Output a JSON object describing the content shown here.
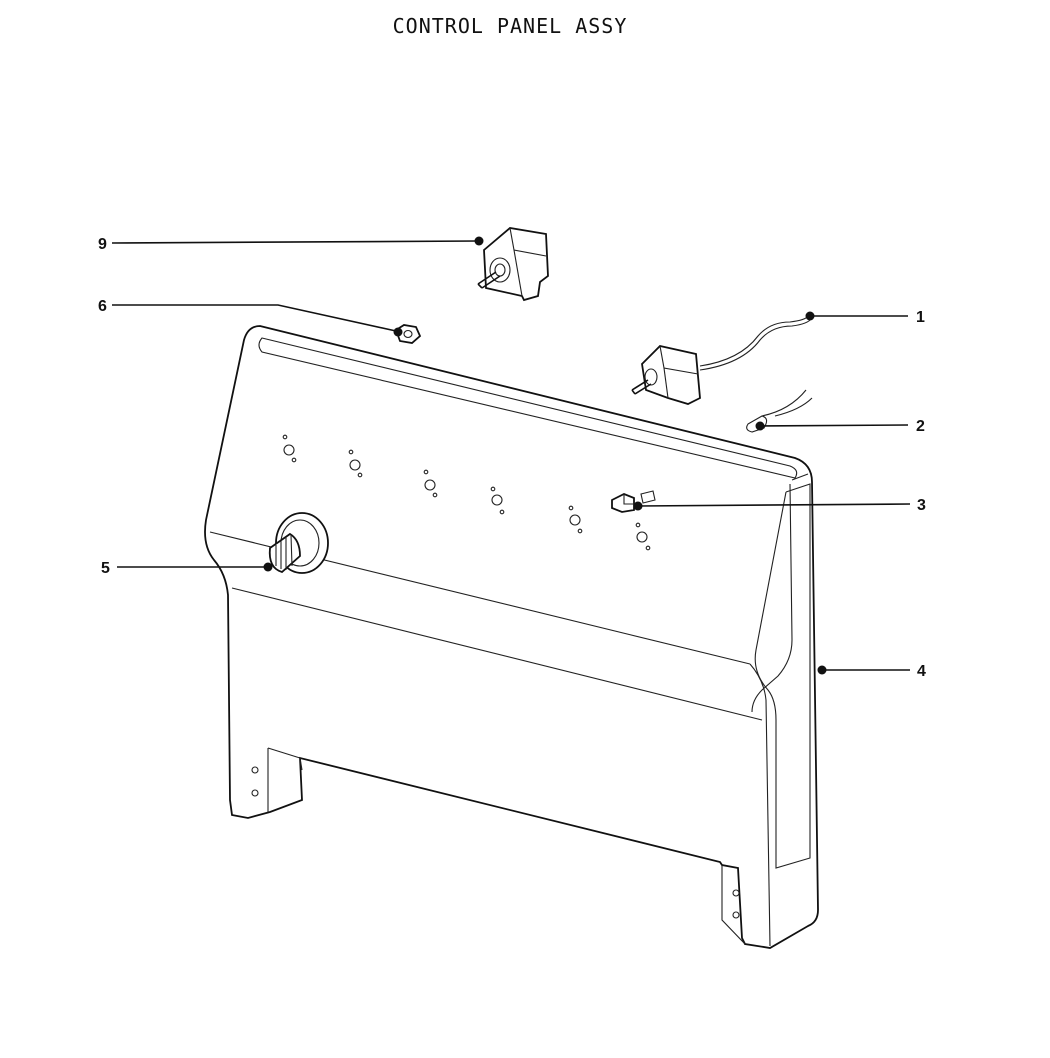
{
  "title": "CONTROL PANEL ASSY",
  "callouts": [
    {
      "id": "1",
      "label": "1"
    },
    {
      "id": "2",
      "label": "2"
    },
    {
      "id": "3",
      "label": "3"
    },
    {
      "id": "4",
      "label": "4"
    },
    {
      "id": "5",
      "label": "5"
    },
    {
      "id": "6",
      "label": "6"
    },
    {
      "id": "9",
      "label": "9"
    }
  ],
  "parts": {
    "p1": "thermostat-with-capillary",
    "p2": "capillary-clip",
    "p3": "indicator-light",
    "p4": "control-panel",
    "p5": "control-knob",
    "p6": "nut",
    "p9": "rotary-switch"
  }
}
